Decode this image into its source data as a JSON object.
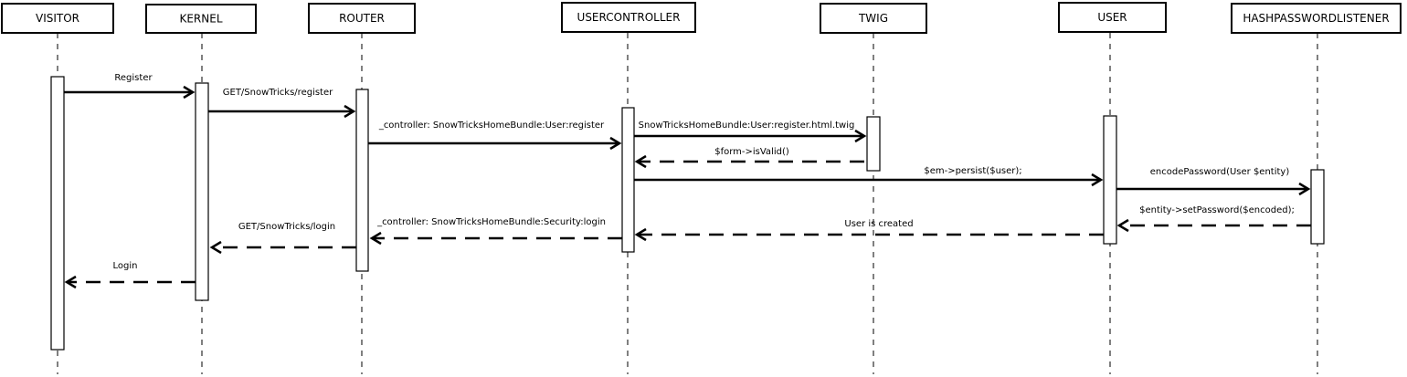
{
  "participants": [
    {
      "id": "visitor",
      "label": "VISITOR"
    },
    {
      "id": "kernel",
      "label": "KERNEL"
    },
    {
      "id": "router",
      "label": "ROUTER"
    },
    {
      "id": "usercontroller",
      "label": "USERCONTROLLER"
    },
    {
      "id": "twig",
      "label": "TWIG"
    },
    {
      "id": "user",
      "label": "USER"
    },
    {
      "id": "hashpasswordlistener",
      "label": "HASHPASSWORDLISTENER"
    }
  ],
  "messages": [
    {
      "from": "visitor",
      "to": "kernel",
      "label": "Register",
      "kind": "call"
    },
    {
      "from": "kernel",
      "to": "router",
      "label": "GET/SnowTricks/register",
      "kind": "call"
    },
    {
      "from": "router",
      "to": "usercontroller",
      "label": "_controller: SnowTricksHomeBundle:User:register",
      "kind": "call"
    },
    {
      "from": "usercontroller",
      "to": "twig",
      "label": "SnowTricksHomeBundle:User:register.html.twig",
      "kind": "call"
    },
    {
      "from": "twig",
      "to": "usercontroller",
      "label": "$form->isValid()",
      "kind": "return"
    },
    {
      "from": "usercontroller",
      "to": "user",
      "label": "$em->persist($user);",
      "kind": "call"
    },
    {
      "from": "user",
      "to": "hashpasswordlistener",
      "label": "encodePassword(User $entity)",
      "kind": "call"
    },
    {
      "from": "hashpasswordlistener",
      "to": "user",
      "label": "$entity->setPassword($encoded);",
      "kind": "return"
    },
    {
      "from": "user",
      "to": "usercontroller",
      "label": "User is created",
      "kind": "return"
    },
    {
      "from": "usercontroller",
      "to": "router",
      "label": "_controller: SnowTricksHomeBundle:Security:login",
      "kind": "return"
    },
    {
      "from": "router",
      "to": "kernel",
      "label": "GET/SnowTricks/login",
      "kind": "return"
    },
    {
      "from": "kernel",
      "to": "visitor",
      "label": "Login",
      "kind": "return"
    }
  ]
}
